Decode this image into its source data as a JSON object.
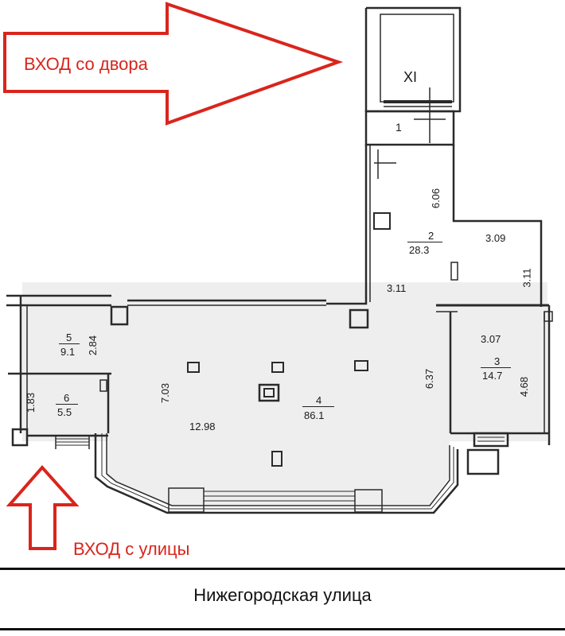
{
  "entrances": {
    "yard": "ВХОД со двора",
    "street": "ВХОД с улицы"
  },
  "street_name": "Нижегородская улица",
  "section_label": "XI",
  "rooms": [
    {
      "number": "1",
      "area": ""
    },
    {
      "number": "2",
      "area": "28.3"
    },
    {
      "number": "3",
      "area": "14.7"
    },
    {
      "number": "4",
      "area": "86.1"
    },
    {
      "number": "5",
      "area": "9.1"
    },
    {
      "number": "6",
      "area": "5.5"
    }
  ],
  "dimensions": {
    "d_6_06": "6.06",
    "d_3_09": "3.09",
    "d_3_11_right": "3.11",
    "d_3_11_left": "3.11",
    "d_3_07": "3.07",
    "d_6_37": "6.37",
    "d_4_68": "4.68",
    "d_7_03": "7.03",
    "d_12_98": "12.98",
    "d_2_84": "2.84",
    "d_1_83": "1.83"
  },
  "colors": {
    "arrow": "#d9251c",
    "wall": "#2a2a2a",
    "floor_shade": "#eeeeee"
  }
}
